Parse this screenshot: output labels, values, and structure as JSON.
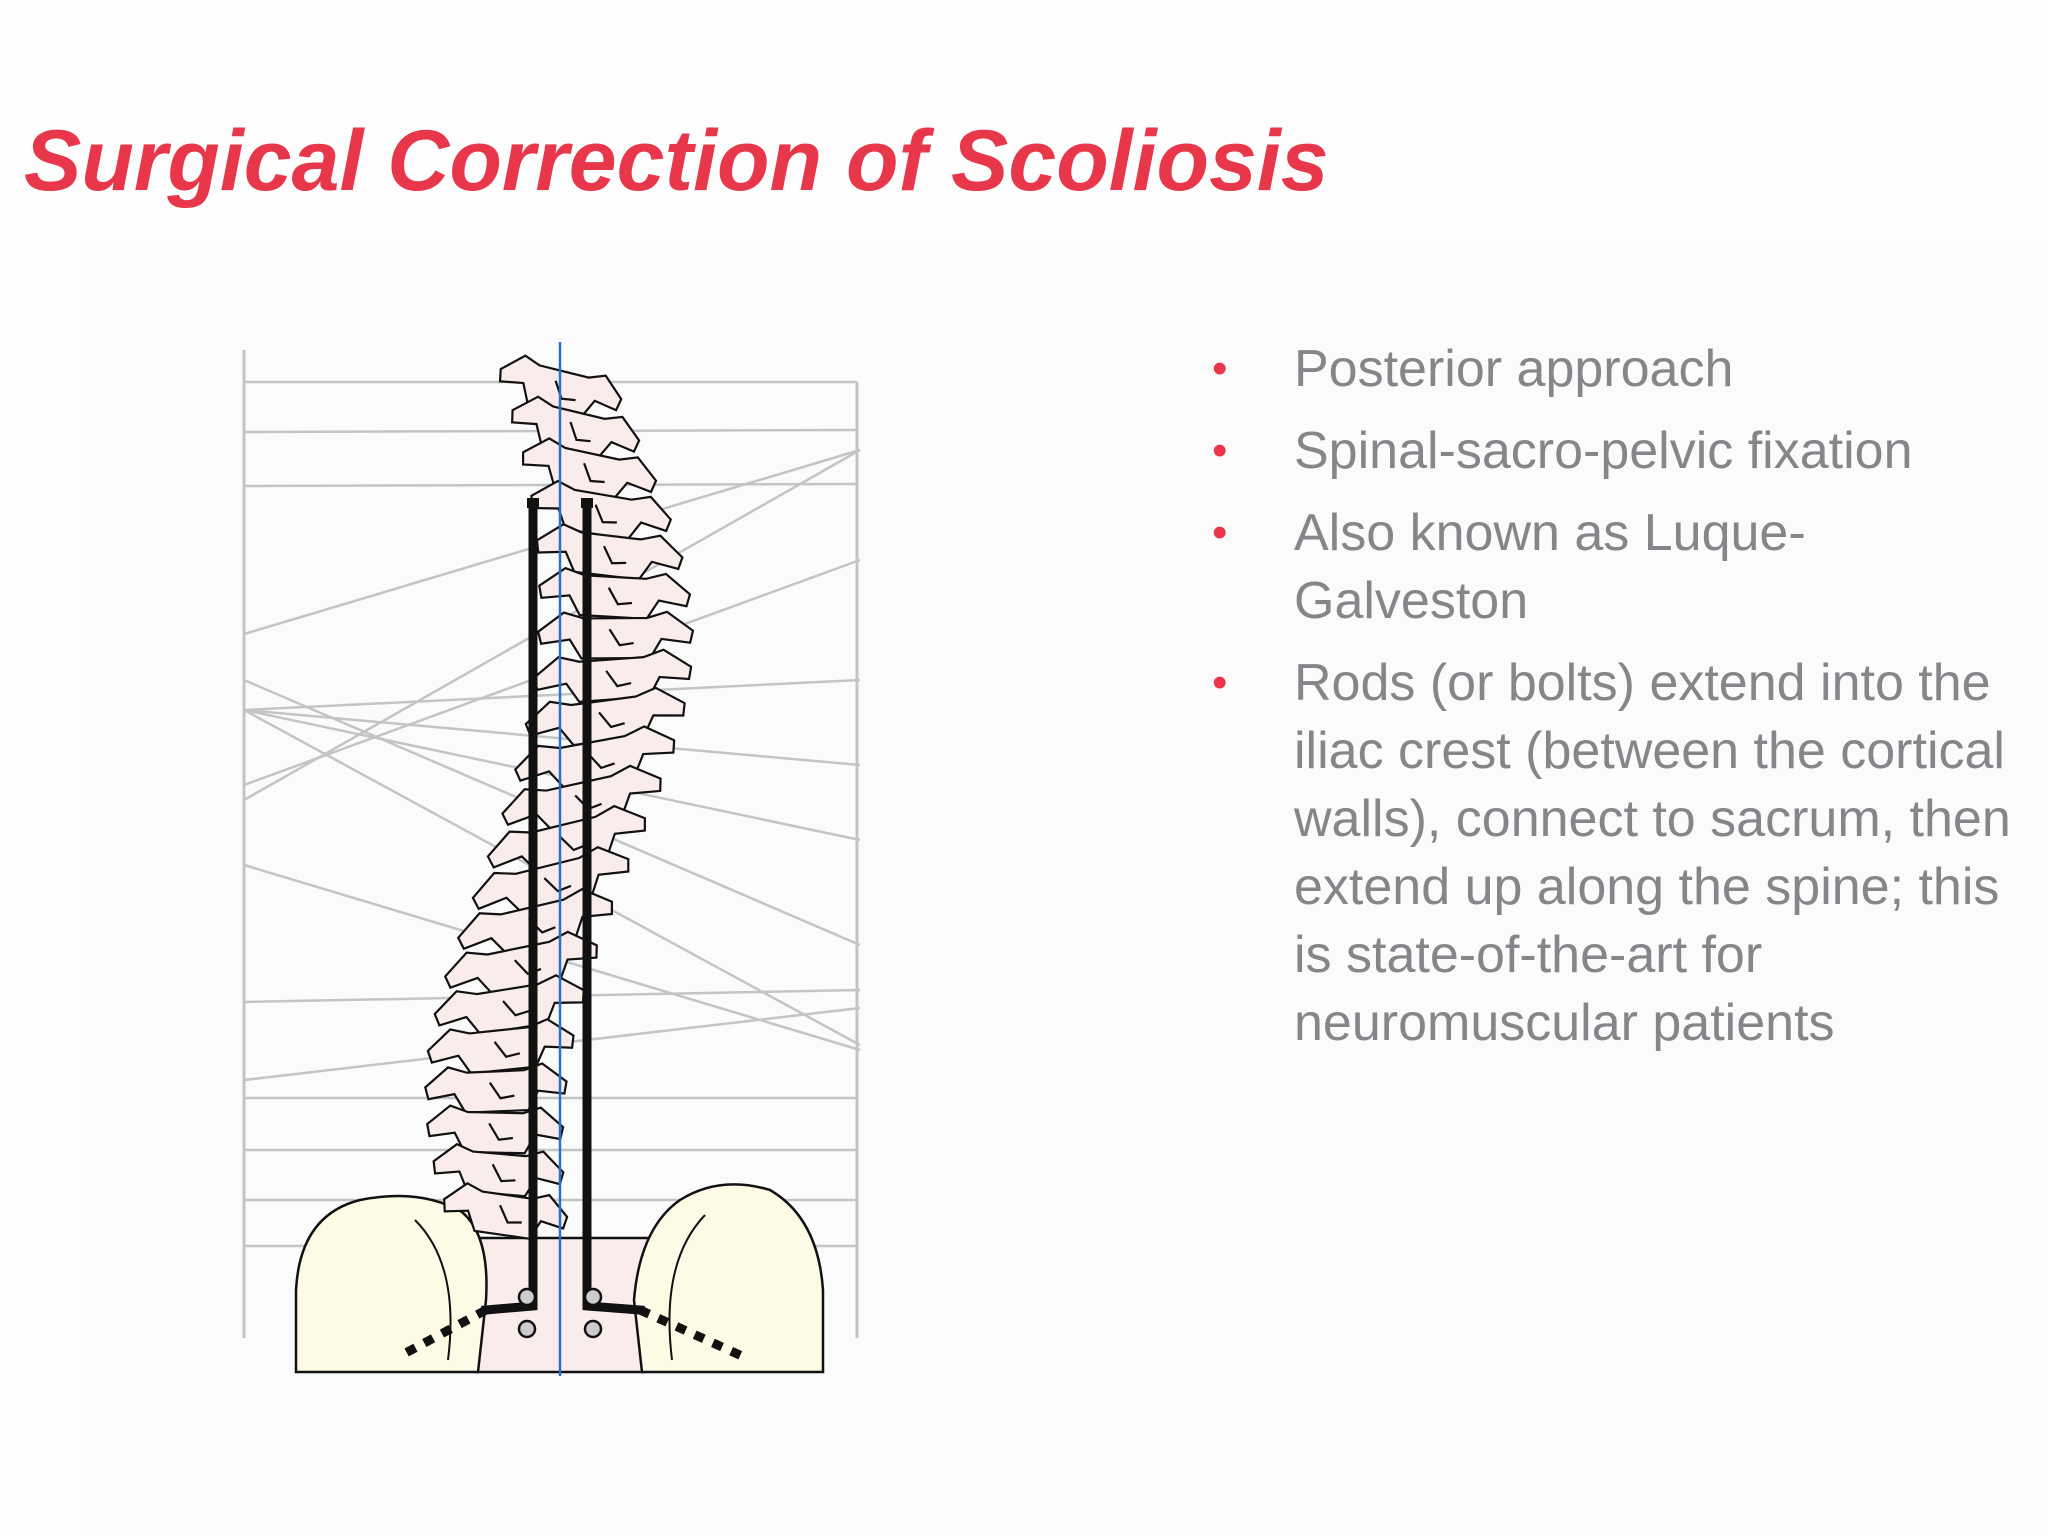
{
  "slide": {
    "title": "Surgical Correction of Scoliosis",
    "bullets": [
      "Posterior approach",
      "Spinal-sacro-pelvic fixation",
      "Also known as Luque-Galveston",
      "Rods (or bolts) extend into the iliac crest (between the cortical walls), connect to sacrum, then extend up along the spine; this is state-of-the-art for neuromuscular patients"
    ],
    "bullet_symbol": "•"
  },
  "colors": {
    "title": "#e8364a",
    "bullet_dot": "#e8364a",
    "body_text": "#86868a",
    "leader_lines": "#c4c4c6",
    "midline": "#2a6fc9",
    "rods": "#111111",
    "vertebra_fill": "#fbecec",
    "pelvis_fill": "#fdfbe6"
  }
}
